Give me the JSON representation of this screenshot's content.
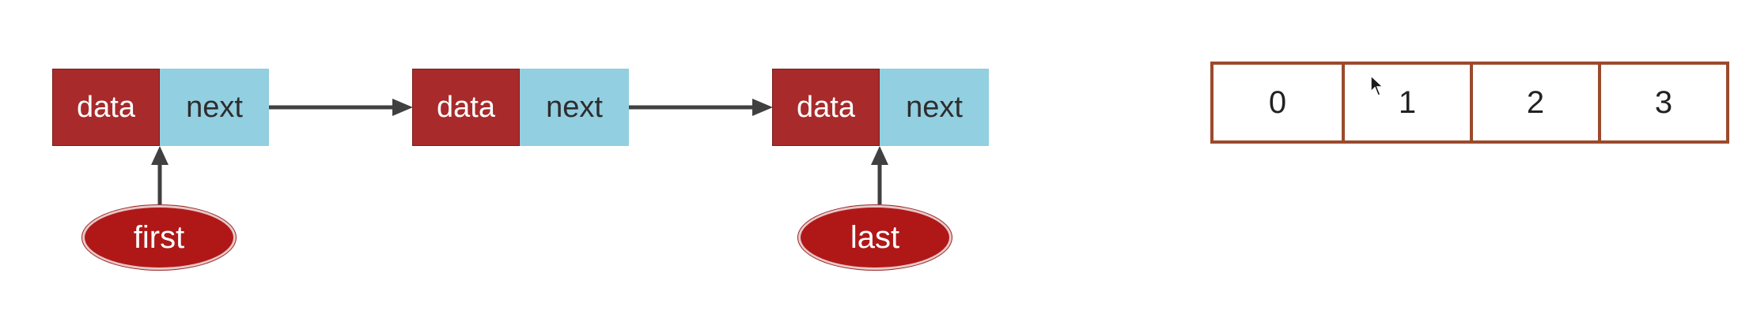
{
  "nodes": [
    {
      "data": "data",
      "next": "next"
    },
    {
      "data": "data",
      "next": "next"
    },
    {
      "data": "data",
      "next": "next"
    }
  ],
  "pointers": {
    "first": "first",
    "last": "last"
  },
  "array": {
    "cells": [
      "0",
      "1",
      "2",
      "3"
    ]
  },
  "colors": {
    "data_fill": "#a82a2a",
    "next_fill": "#92cfe0",
    "pointer_fill": "#b01818",
    "array_border": "#9b4a2c",
    "arrow": "#404040"
  },
  "icons": {
    "cursor": "mouse-pointer-icon"
  }
}
